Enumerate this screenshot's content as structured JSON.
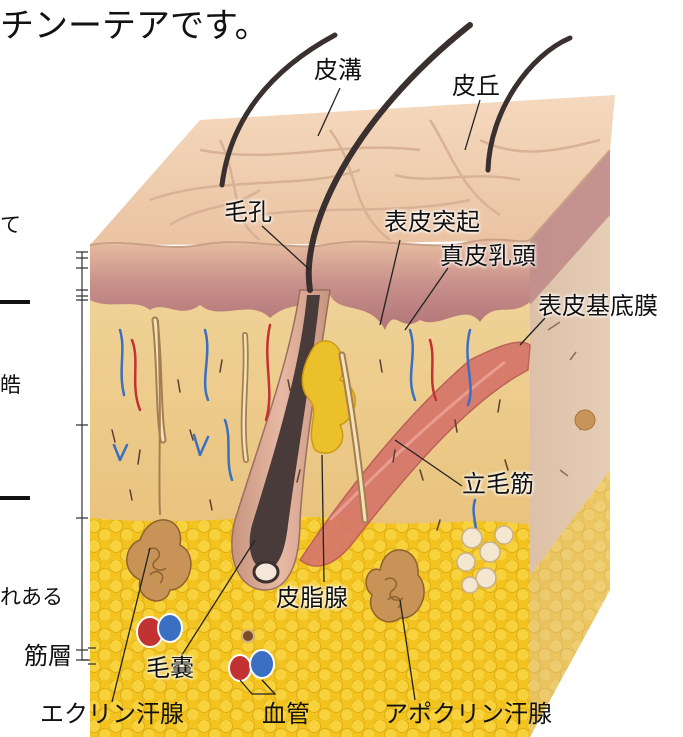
{
  "page": {
    "top_text": "チンーテアです。",
    "side_fragments": [
      "て",
      "皓",
      "れある"
    ]
  },
  "labels": {
    "hisou": "皮溝",
    "hikyu": "皮丘",
    "moukou": "毛孔",
    "hyouhi_tokki": "表皮突起",
    "shinpi_nyutou": "真皮乳頭",
    "hyouhi_kiteimaku": "表皮基底膜",
    "rimoukin": "立毛筋",
    "hishisen": "皮脂腺",
    "kinsou": "筋層",
    "mounou": "毛嚢",
    "ekurin_kansen": "エクリン汗腺",
    "kekkan": "血管",
    "apokurin_kansen": "アポクリン汗腺"
  },
  "colors": {
    "epidermis_top": "#f2cfb0",
    "epidermis_mid": "#e8bc99",
    "epidermis_dark": "#b77a7e",
    "dermis": "#eecf8f",
    "dermis_side": "#dcc0a6",
    "fat": "#f5cc2a",
    "fat_dark": "#e3b21a",
    "muscle": "#d87868",
    "hair": "#3b3030",
    "vein": "#3a6fc2",
    "artery": "#c23232",
    "gland": "#c79356"
  }
}
